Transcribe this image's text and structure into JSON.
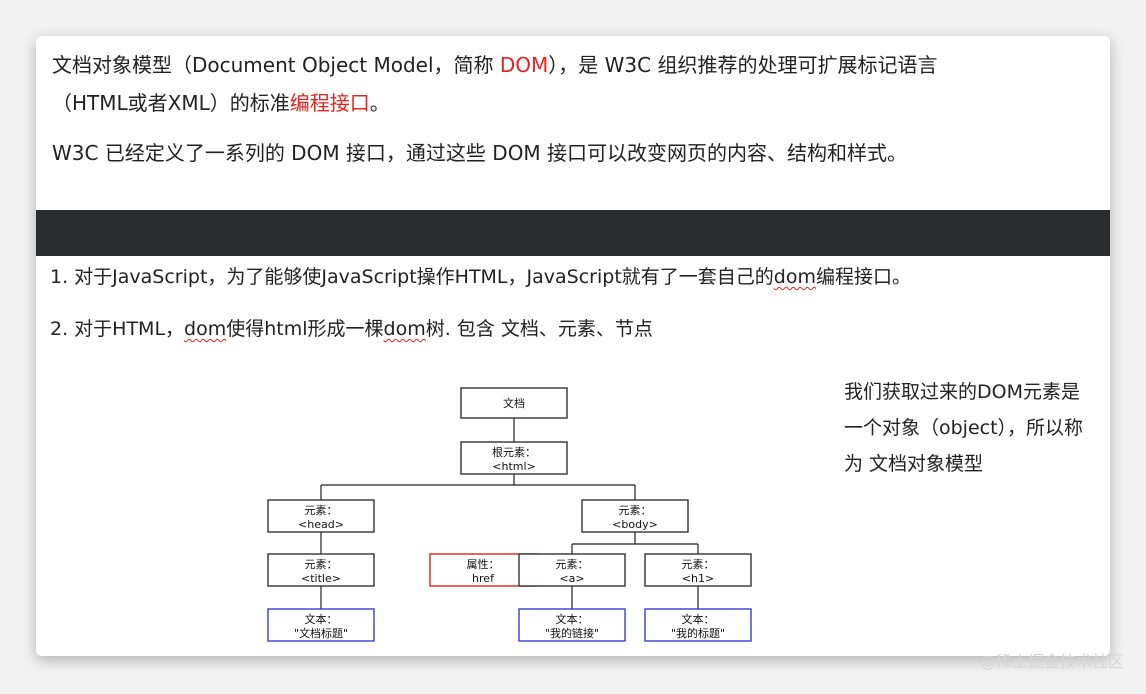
{
  "intro": {
    "line1_a": "文档对象模型（Document Object Model，简称 ",
    "line1_dom": "DOM",
    "line1_b": "），是 W3C 组织推荐的处理可扩展标记语言",
    "line2_a": "（HTML或者XML）的标准",
    "line2_red": "编程接口",
    "line2_b": "。",
    "para2": "W3C 已经定义了一系列的 DOM 接口，通过这些 DOM 接口可以改变网页的内容、结构和样式。"
  },
  "list": {
    "item1_a": "1. 对于JavaScript，为了能够使JavaScript操作HTML，JavaScript就有了一套自己的",
    "item1_dom": "dom",
    "item1_b": "编程接口。",
    "item2_a": "2. 对于HTML，",
    "item2_dom1": "dom",
    "item2_b": "使得html形成一棵",
    "item2_dom2": "dom",
    "item2_c": "树. 包含 文档、元素、节点"
  },
  "side_note": {
    "line1": "我们获取过来的DOM元素是",
    "line2": "一个对象（object），所以称",
    "line3": "为 文档对象模型"
  },
  "diagram": {
    "doc": "文档",
    "root_l1": "根元素：",
    "root_l2": "<html>",
    "head_l1": "元素：",
    "head_l2": "<head>",
    "body_l1": "元素：",
    "body_l2": "<body>",
    "title_l1": "元素：",
    "title_l2": "<title>",
    "attr_l1": "属性：",
    "attr_l2": "href",
    "a_l1": "元素：",
    "a_l2": "<a>",
    "h1_l1": "元素：",
    "h1_l2": "<h1>",
    "text1_l1": "文本：",
    "text1_l2": "\"文档标题\"",
    "text2_l1": "文本：",
    "text2_l2": "\"我的链接\"",
    "text3_l1": "文本：",
    "text3_l2": "\"我的标题\""
  },
  "watermark": "@稀土掘金技术社区"
}
